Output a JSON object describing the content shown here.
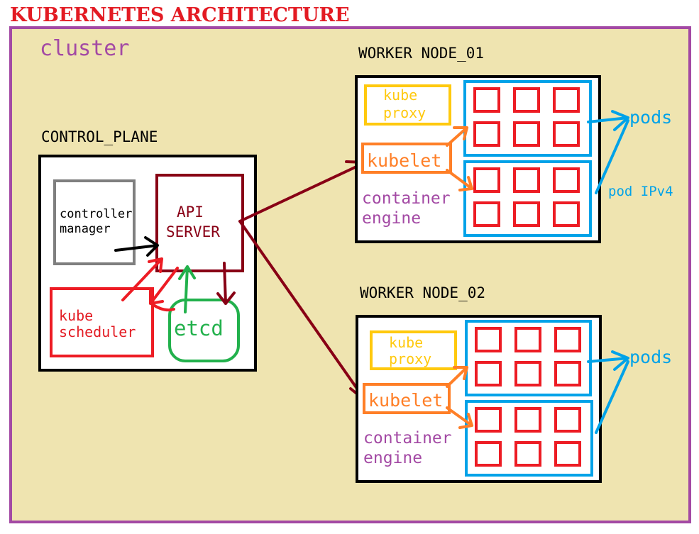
{
  "title": "KUBERNETES ARCHITECTURE",
  "cluster": {
    "label": "cluster"
  },
  "control_plane": {
    "label": "CONTROL_PLANE",
    "controller_manager": [
      "controller",
      "manager"
    ],
    "api_server": [
      "API",
      "SERVER"
    ],
    "kube_scheduler": [
      "kube",
      "scheduler"
    ],
    "etcd": "etcd"
  },
  "worker_nodes": [
    {
      "label": "WORKER NODE_01",
      "kube_proxy": [
        "kube",
        "proxy"
      ],
      "kubelet": "kubelet",
      "container_engine": [
        "container",
        "engine"
      ],
      "pods_label": "pods",
      "pod_ip_label": "pod IPv4"
    },
    {
      "label": "WORKER NODE_02",
      "kube_proxy": [
        "kube",
        "proxy"
      ],
      "kubelet": "kubelet",
      "container_engine": [
        "container",
        "engine"
      ],
      "pods_label": "pods"
    }
  ],
  "colors": {
    "title": "#e31b23",
    "cluster_bg": "#efe4b0",
    "cluster_border": "#a349a4",
    "api_server": "#880015",
    "scheduler": "#ed1c24",
    "etcd": "#22b14c",
    "controller": "#7f7f7f",
    "kube_proxy": "#ffc90e",
    "kubelet": "#ff7f27",
    "pods": "#00a2e8",
    "container_engine": "#a349a4"
  }
}
